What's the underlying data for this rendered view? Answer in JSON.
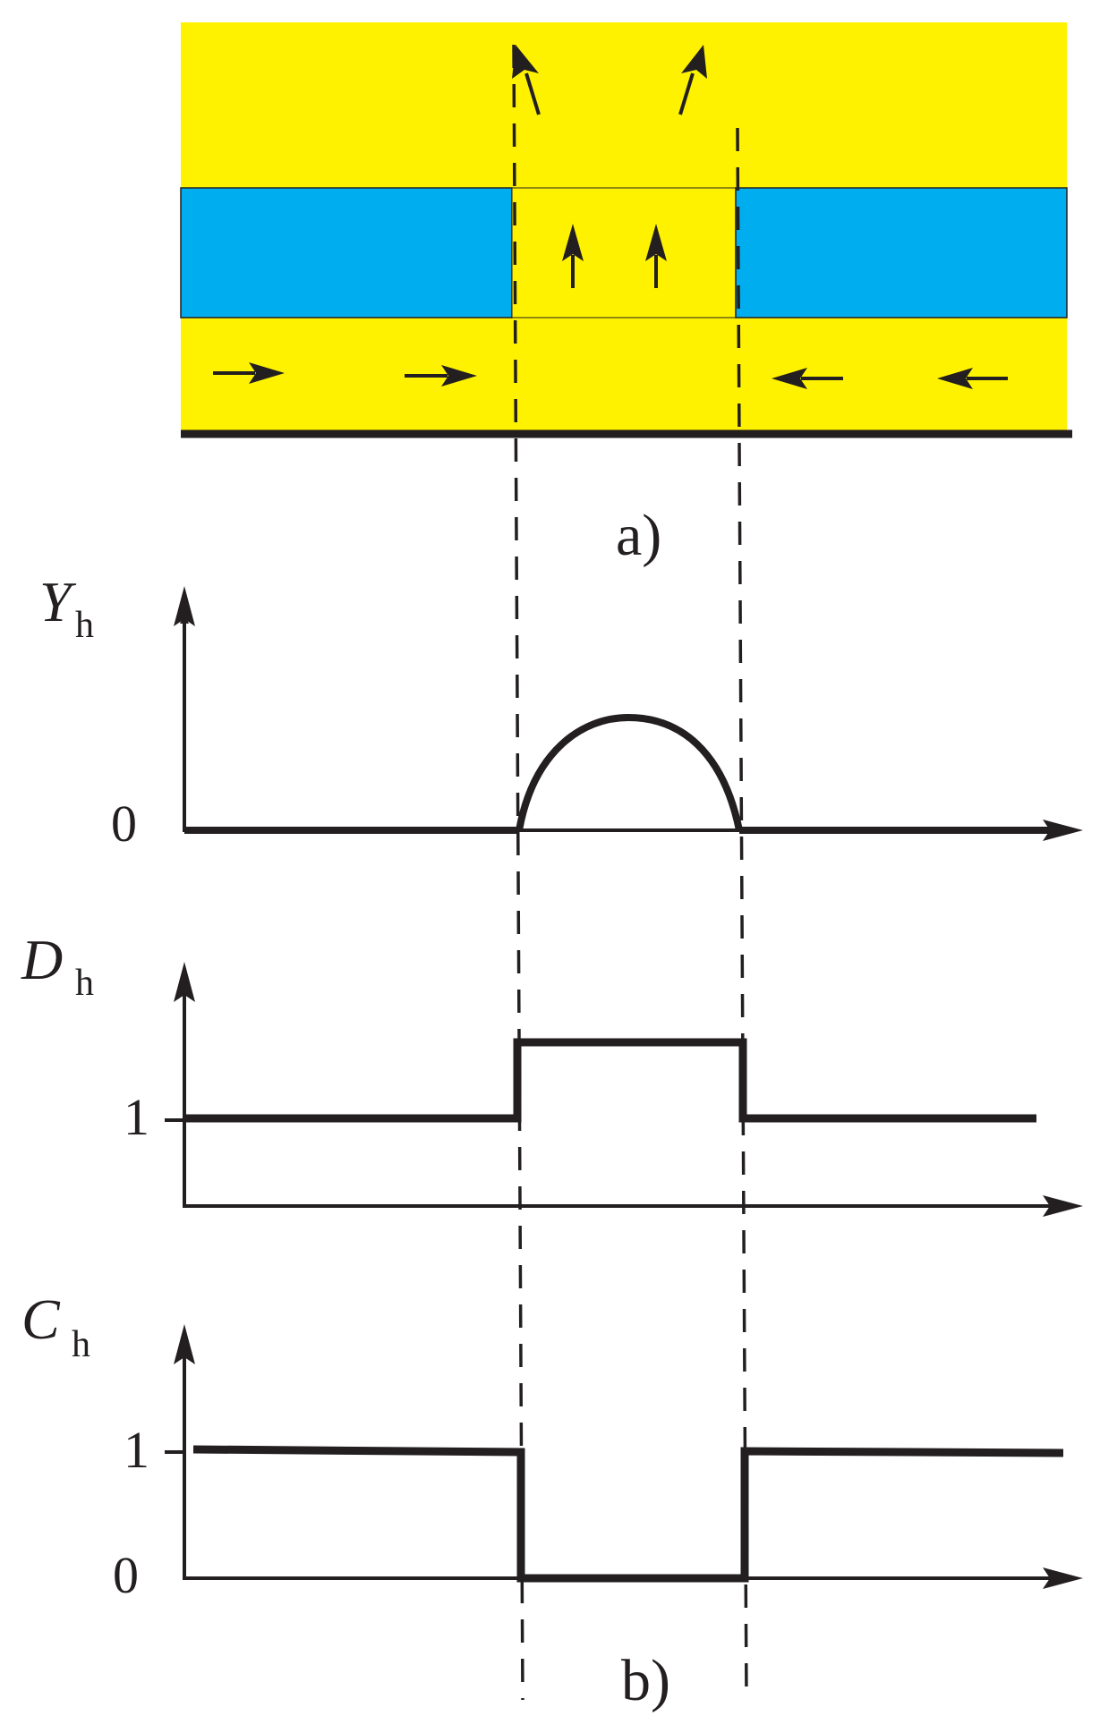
{
  "colors": {
    "layer_yellow": "#fff200",
    "channel_blue": "#00aeef",
    "ink": "#231f20"
  },
  "panel_a": {
    "caption": "a)",
    "arrows": {
      "bottom_layer_left": "right-arrow-icon",
      "bottom_layer_right": "left-arrow-icon",
      "middle_opening": "up-arrow-icon",
      "top_layer": "up-slanted-arrow-icon"
    }
  },
  "panel_b": {
    "caption": "b)",
    "plots": [
      {
        "y_symbol": "Y",
        "y_subscript": "h",
        "ticks": [
          "0"
        ]
      },
      {
        "y_symbol": "D",
        "y_subscript": "h",
        "ticks": [
          "1"
        ]
      },
      {
        "y_symbol": "C",
        "y_subscript": "h",
        "ticks": [
          "1",
          "0"
        ]
      }
    ]
  }
}
